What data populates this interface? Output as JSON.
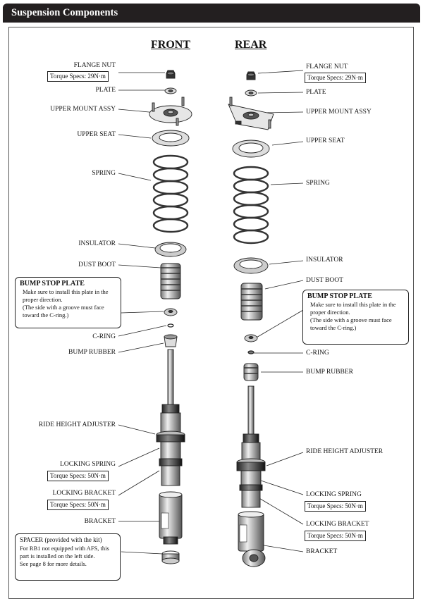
{
  "header": {
    "title": "Suspension Components"
  },
  "columns": {
    "front": "FRONT",
    "rear": "REAR"
  },
  "front": {
    "flange_nut": "FLANGE NUT",
    "flange_nut_torque": "Torque Specs: 29N·m",
    "plate": "PLATE",
    "upper_mount": "UPPER MOUNT ASSY",
    "upper_seat": "UPPER SEAT",
    "spring": "SPRING",
    "insulator": "INSULATOR",
    "dust_boot": "DUST BOOT",
    "c_ring": "C-RING",
    "bump_rubber": "BUMP RUBBER",
    "ride_height_adjuster": "RIDE HEIGHT ADJUSTER",
    "locking_spring": "LOCKING SPRING",
    "locking_spring_torque": "Torque Specs: 50N·m",
    "locking_bracket": "LOCKING BRACKET",
    "locking_bracket_torque": "Torque Specs: 50N·m",
    "bracket": "BRACKET",
    "bump_stop_note": {
      "title": "BUMP STOP PLATE",
      "lines": [
        "Make sure to install this plate in the",
        "proper direction.",
        "(The side with a groove must face",
        "toward the C-ring.)"
      ]
    },
    "spacer_note": {
      "title": "SPACER (provided with the kit)",
      "lines": [
        "For RB1 not equipped with AFS, this",
        "part is installed on the left side.",
        "See page 8 for more details."
      ]
    }
  },
  "rear": {
    "flange_nut": "FLANGE NUT",
    "flange_nut_torque": "Torque Specs: 29N·m",
    "plate": "PLATE",
    "upper_mount": "UPPER MOUNT ASSY",
    "upper_seat": "UPPER SEAT",
    "spring": "SPRING",
    "insulator": "INSULATOR",
    "dust_boot": "DUST BOOT",
    "c_ring": "C-RING",
    "bump_rubber": "BUMP RUBBER",
    "ride_height_adjuster": "RIDE HEIGHT ADJUSTER",
    "locking_spring": "LOCKING SPRING",
    "locking_spring_torque": "Torque Specs: 50N·m",
    "locking_bracket": "LOCKING BRACKET",
    "locking_bracket_torque": "Torque Specs: 50N·m",
    "bracket": "BRACKET",
    "bump_stop_note": {
      "title": "BUMP STOP PLATE",
      "lines": [
        "Make sure to install this plate in the",
        "proper direction.",
        "(The side with a groove must face",
        "toward the C-ring.)"
      ]
    }
  }
}
